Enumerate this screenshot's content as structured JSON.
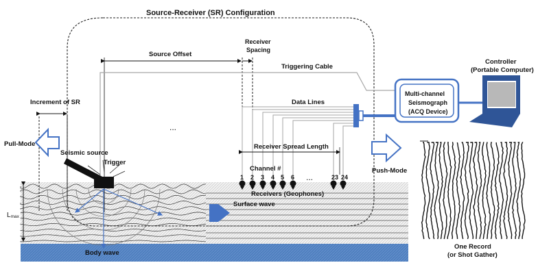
{
  "title": "Source-Receiver (SR) Configuration",
  "labels": {
    "source_offset": "Source Offset",
    "receiver_spacing_1": "Receiver",
    "receiver_spacing_2": "Spacing",
    "triggering_cable": "Triggering Cable",
    "data_lines": "Data Lines",
    "increment": "Increment of SR",
    "pull_mode": "Pull-Mode",
    "push_mode": "Push-Mode",
    "seismic_source": "Seismic source",
    "trigger": "Trigger",
    "spread_length": "Receiver Spread Length",
    "channel": "Channel #",
    "receivers": "Receivers (Geophones)",
    "surface_wave": "Surface wave",
    "body_wave": "Body wave",
    "lmax_main": "L",
    "lmax_sub": "max",
    "ellipsis_top": "...",
    "ellipsis_mid": "...",
    "seismograph_1": "Multi-channel",
    "seismograph_2": "Seismograph",
    "seismograph_3": "(ACQ Device)",
    "controller_1": "Controller",
    "controller_2": "(Portable Computer)",
    "record_1": "One Record",
    "record_2": "(or Shot Gather)"
  },
  "channels": [
    "1",
    "2",
    "3",
    "4",
    "5",
    "6",
    "23",
    "24"
  ],
  "colors": {
    "arrow_blue": "#4472c4",
    "cable_gray": "#a6a6a6",
    "ground_hatch": "#d9d9d9",
    "water": "#4f7fbf"
  }
}
